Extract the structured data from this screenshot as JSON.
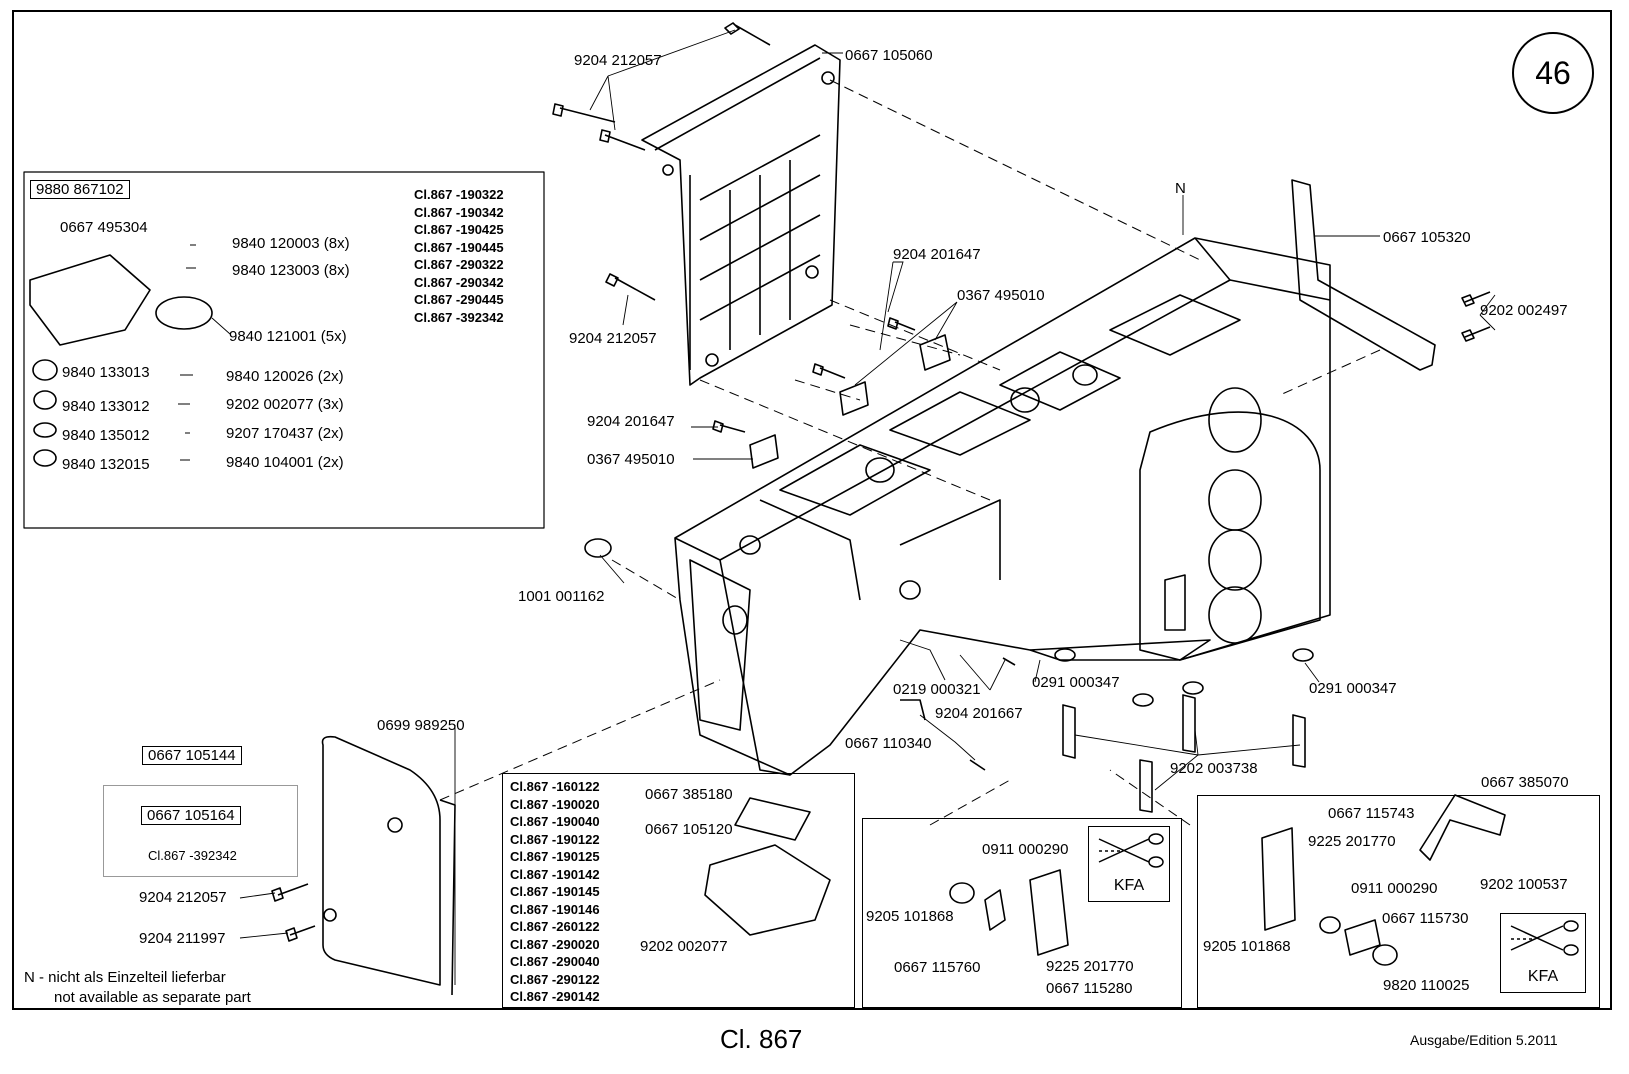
{
  "page_number": "46",
  "footer": {
    "title": "Cl. 867",
    "edition": "Ausgabe/Edition  5.2011"
  },
  "note": {
    "de": "N - nicht als Einzelteil lieferbar",
    "en": "not available as separate part"
  },
  "callouts": {
    "n_marker": "N",
    "p_9204_212057_top": "9204 212057",
    "p_0667_105060": "0667 105060",
    "p_9204_212057_mid": "9204 212057",
    "p_9204_201647_a": "9204 201647",
    "p_0367_495010_a": "0367 495010",
    "p_9204_201647_b": "9204 201647",
    "p_0367_495010_b": "0367 495010",
    "p_0667_105320": "0667 105320",
    "p_9202_002497": "9202 002497",
    "p_1001_001162": "1001 001162",
    "p_0219_000321": "0219 000321",
    "p_0291_000347_a": "0291 000347",
    "p_0291_000347_b": "0291 000347",
    "p_9204_201667": "9204 201667",
    "p_0667_110340": "0667 110340",
    "p_9202_003738": "9202 003738",
    "p_0699_989250": "0699 989250",
    "p_0667_105144": "0667 105144",
    "p_0667_105164": "0667 105164",
    "p_cl_392342_small": "Cl.867 -392342",
    "p_9204_212057_cover": "9204 212057",
    "p_9204_211997": "9204 211997"
  },
  "kit_box": {
    "title": "9880 867102",
    "items": [
      "0667 495304",
      "9840 120003 (8x)",
      "9840 123003 (8x)",
      "9840 121001 (5x)",
      "9840 133013",
      "9840 120026 (2x)",
      "9840 133012",
      "9202 002077 (3x)",
      "9840 135012",
      "9207 170437 (2x)",
      "9840 132015",
      "9840 104001 (2x)"
    ],
    "classes": [
      "Cl.867 -190322",
      "Cl.867 -190342",
      "Cl.867 -190425",
      "Cl.867 -190445",
      "Cl.867 -290322",
      "Cl.867 -290342",
      "Cl.867 -290445",
      "Cl.867 -392342"
    ]
  },
  "oil_pan_box": {
    "classes": [
      "Cl.867 -160122",
      "Cl.867 -190020",
      "Cl.867 -190040",
      "Cl.867 -190122",
      "Cl.867 -190125",
      "Cl.867 -190142",
      "Cl.867 -190145",
      "Cl.867 -190146",
      "Cl.867 -260122",
      "Cl.867 -290020",
      "Cl.867 -290040",
      "Cl.867 -290122",
      "Cl.867 -290142"
    ],
    "parts": [
      "0667 385180",
      "0667 105120",
      "9202 002077"
    ]
  },
  "kfa_box_1": {
    "parts": [
      "0911 000290",
      "9205 101868",
      "0667 115760",
      "9225 201770",
      "0667 115280"
    ],
    "kfa_label": "KFA"
  },
  "kfa_box_2": {
    "parts": [
      "0667 385070",
      "0667 115743",
      "9225 201770",
      "9202 100537",
      "0911 000290",
      "0667 115730",
      "9205 101868",
      "9820 110025"
    ],
    "kfa_label": "KFA"
  }
}
